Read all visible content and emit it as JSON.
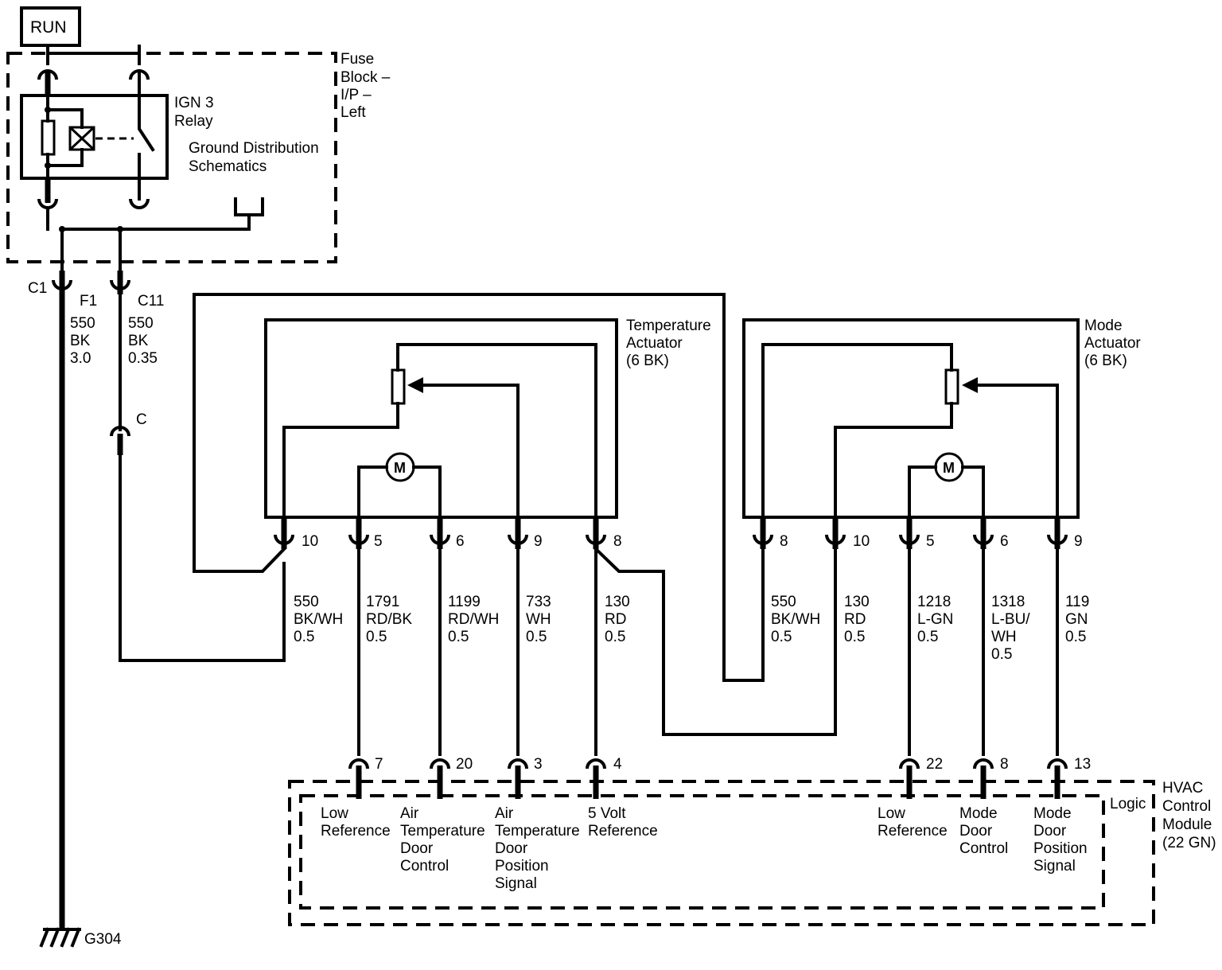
{
  "run": "RUN",
  "fuse_block": [
    "Fuse",
    "Block –",
    "I/P –",
    "Left"
  ],
  "ign3_relay": [
    "IGN 3",
    "Relay"
  ],
  "ground_dist": [
    "Ground Distribution",
    "Schematics"
  ],
  "connectors": {
    "c1": "C1",
    "f1": "F1",
    "c11": "C11",
    "c": "C"
  },
  "wire_550_30": [
    "550",
    "BK",
    "3.0"
  ],
  "wire_550_035": [
    "550",
    "BK",
    "0.35"
  ],
  "ground": "G304",
  "temp_actuator": {
    "title": [
      "Temperature",
      "Actuator",
      "(6 BK)"
    ],
    "motor": "M",
    "pins": [
      "10",
      "5",
      "6",
      "9",
      "8"
    ]
  },
  "mode_actuator": {
    "title": [
      "Mode",
      "Actuator",
      "(6 BK)"
    ],
    "motor": "M",
    "pins": [
      "8",
      "10",
      "5",
      "6",
      "9"
    ]
  },
  "wires": [
    [
      "550",
      "BK/WH",
      "0.5"
    ],
    [
      "1791",
      "RD/BK",
      "0.5"
    ],
    [
      "1199",
      "RD/WH",
      "0.5"
    ],
    [
      "733",
      "WH",
      "0.5"
    ],
    [
      "130",
      "RD",
      "0.5"
    ],
    [
      "550",
      "BK/WH",
      "0.5"
    ],
    [
      "130",
      "RD",
      "0.5"
    ],
    [
      "1218",
      "L-GN",
      "0.5"
    ],
    [
      "1318",
      "L-BU/",
      "WH",
      "0.5"
    ],
    [
      "119",
      "GN",
      "0.5"
    ]
  ],
  "hvac": {
    "title": [
      "HVAC",
      "Control",
      "Module",
      "(22 GN)"
    ],
    "logic": "Logic",
    "pins": [
      "7",
      "20",
      "3",
      "4",
      "22",
      "8",
      "13"
    ],
    "functions": [
      [
        "Low",
        "Reference"
      ],
      [
        "Air",
        "Temperature",
        "Door",
        "Control"
      ],
      [
        "Air",
        "Temperature",
        "Door",
        "Position",
        "Signal"
      ],
      [
        "5 Volt",
        "Reference"
      ],
      [
        "Low",
        "Reference"
      ],
      [
        "Mode",
        "Door",
        "Control"
      ],
      [
        "Mode",
        "Door",
        "Position",
        "Signal"
      ]
    ]
  }
}
